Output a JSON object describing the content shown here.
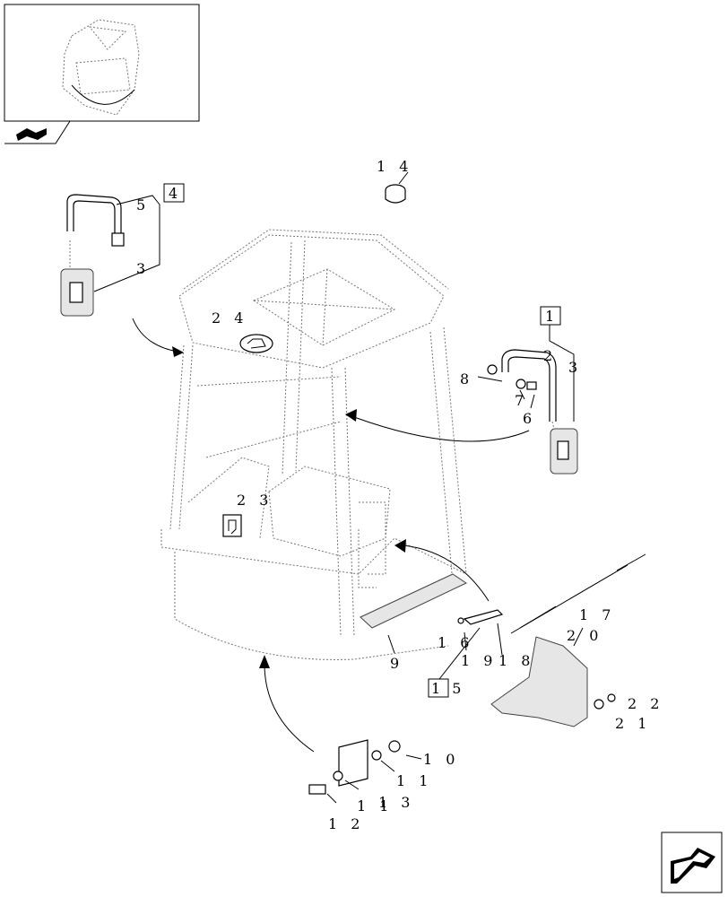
{
  "callouts": [
    {
      "id": "c14",
      "text": "1 4"
    },
    {
      "id": "c4",
      "text": "4"
    },
    {
      "id": "c5",
      "text": "5"
    },
    {
      "id": "c3a",
      "text": "3"
    },
    {
      "id": "c24",
      "text": "2 4"
    },
    {
      "id": "c1",
      "text": "1"
    },
    {
      "id": "c2",
      "text": "2"
    },
    {
      "id": "c3b",
      "text": "3"
    },
    {
      "id": "c8",
      "text": "8"
    },
    {
      "id": "c7",
      "text": "7"
    },
    {
      "id": "c6",
      "text": "6"
    },
    {
      "id": "c23",
      "text": "2 3"
    },
    {
      "id": "c17",
      "text": "1 7"
    },
    {
      "id": "c20",
      "text": "2 0"
    },
    {
      "id": "c16",
      "text": "1 6"
    },
    {
      "id": "c19",
      "text": "1 9"
    },
    {
      "id": "c18",
      "text": "1 8"
    },
    {
      "id": "c9",
      "text": "9"
    },
    {
      "id": "c15",
      "text": "1 5"
    },
    {
      "id": "c22",
      "text": "2 2"
    },
    {
      "id": "c21",
      "text": "2 1"
    },
    {
      "id": "c10",
      "text": "1 0"
    },
    {
      "id": "c11",
      "text": "1 1"
    },
    {
      "id": "c13",
      "text": "1 3"
    },
    {
      "id": "c11b",
      "text": "1 1"
    },
    {
      "id": "c12",
      "text": "1 2"
    }
  ],
  "icons": {
    "thumbnail": "cab-overview-thumbnail",
    "nav_prev": "previous-page-arrow-icon",
    "nav_next": "next-page-arrow-icon"
  }
}
